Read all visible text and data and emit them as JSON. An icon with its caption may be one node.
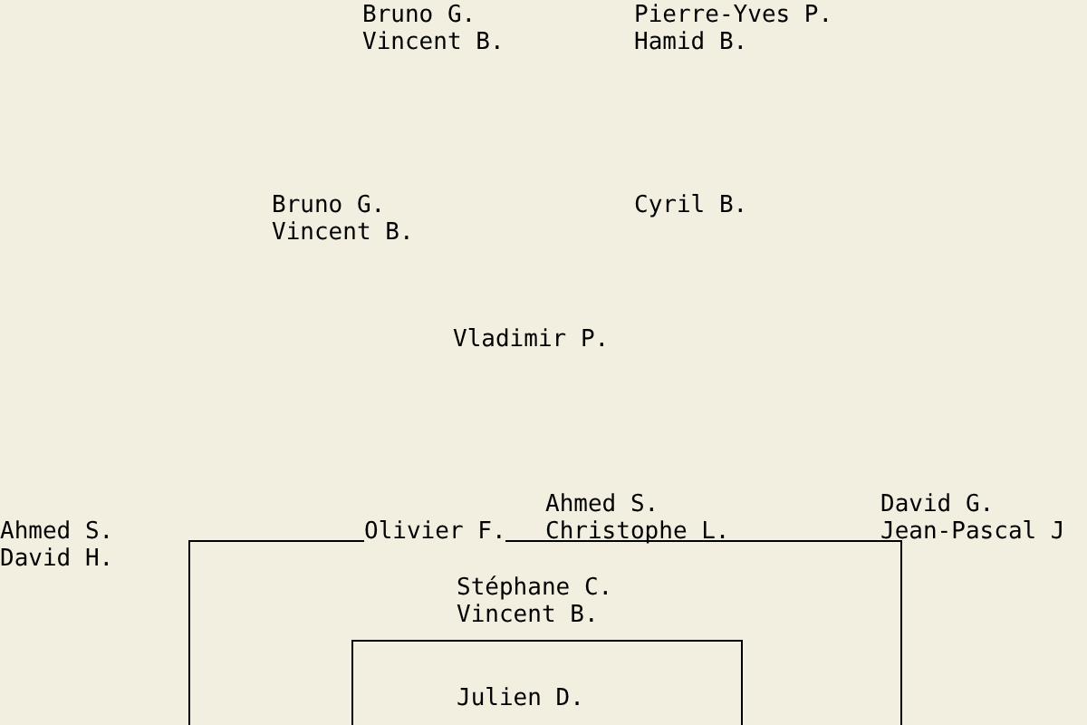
{
  "diagram": {
    "nodes": [
      {
        "text": [
          "Olivier F.",
          "Ahmed S.",
          "Christophe L."
        ]
      },
      {
        "text": [
          "Stéphane C.",
          "Vincent B.",
          "Julien D."
        ],
        "in": 0
      }
    ],
    "labels": [
      "Bruno G.",
      "Vincent B.",
      "Pierre-Yves P.",
      "Hamid B.",
      "Bruno G.",
      "Vincent B.",
      "Cyril B.",
      "Vladimir P.",
      "Ahmed S.",
      "David H.",
      "David G.",
      "Jean-Pascal J"
    ]
  }
}
